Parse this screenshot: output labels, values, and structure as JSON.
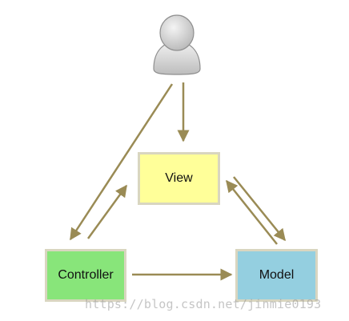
{
  "diagram": {
    "nodes": {
      "user": {
        "icon": "user-icon"
      },
      "view": {
        "label": "View",
        "color": "#ffff99"
      },
      "controller": {
        "label": "Controller",
        "color": "#88e57a"
      },
      "model": {
        "label": "Model",
        "color": "#94cfe0"
      }
    },
    "edges": [
      {
        "from": "user",
        "to": "controller"
      },
      {
        "from": "user",
        "to": "view"
      },
      {
        "from": "controller",
        "to": "view"
      },
      {
        "from": "controller",
        "to": "model"
      },
      {
        "from": "model",
        "to": "view"
      },
      {
        "from": "view",
        "to": "model"
      }
    ],
    "arrow_color": "#9a8b55",
    "box_border_color": "#d9d6c0"
  },
  "watermark": "https://blog.csdn.net/jinmie0193"
}
